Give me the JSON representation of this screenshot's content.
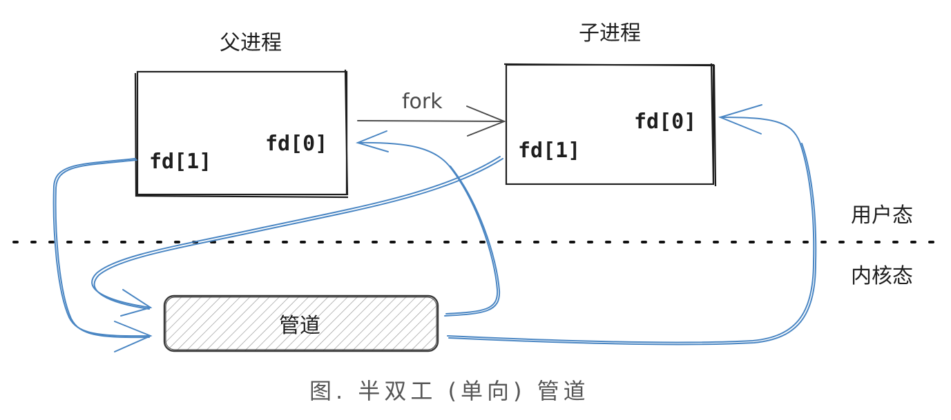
{
  "parent_process": {
    "title": "父进程",
    "fd_write": "fd[1]",
    "fd_read": "fd[0]"
  },
  "child_process": {
    "title": "子进程",
    "fd_write": "fd[1]",
    "fd_read": "fd[0]"
  },
  "fork_label": "fork",
  "user_space_label": "用户态",
  "kernel_space_label": "内核态",
  "pipe_label": "管道",
  "caption": "图. 半双工 (单向) 管道",
  "colors": {
    "arrow": "#4a86c3",
    "ink": "#1e1e1e",
    "fork_arrow": "#4a4a4a",
    "caption": "#555555"
  }
}
